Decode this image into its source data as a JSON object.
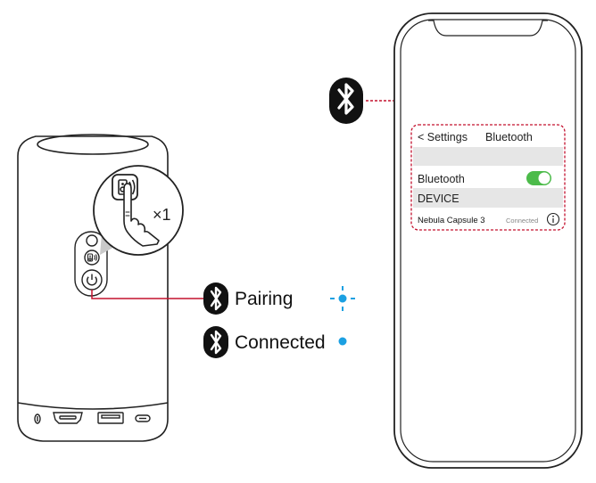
{
  "colors": {
    "accent_red": "#c4122f",
    "led_blue": "#1ba0e2",
    "toggle_green": "#4cbb4a",
    "line": "#222222",
    "row_gray": "#e6e6e6"
  },
  "icons": {
    "large_badge": "bluetooth-icon",
    "pairing_badge": "bluetooth-icon",
    "connected_badge": "bluetooth-icon",
    "pairing_led": "blinking-led-icon",
    "connected_led": "solid-led-icon",
    "power": "power-icon",
    "bt_button": "bluetooth-speaker-button-icon",
    "info": "info-icon"
  },
  "press": {
    "count": "×1"
  },
  "legend": {
    "pairing_label": "Pairing",
    "connected_label": "Connected"
  },
  "phone": {
    "back_label": "< Settings",
    "title": "Bluetooth",
    "bluetooth_label": "Bluetooth",
    "bluetooth_on": true,
    "device_header": "DEVICE",
    "device_name": "Nebula Capsule 3",
    "device_status": "Connected"
  }
}
